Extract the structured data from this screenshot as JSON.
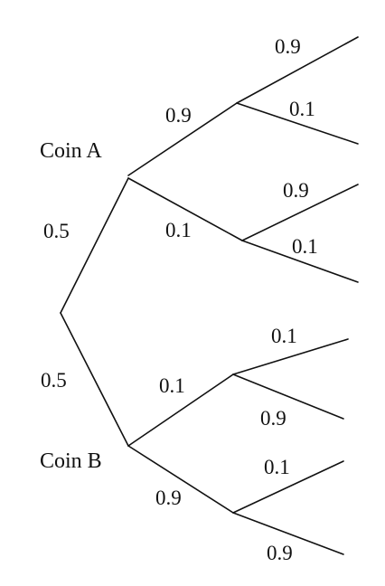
{
  "nodes": {
    "coin_a": "Coin A",
    "coin_b": "Coin B"
  },
  "first_level": {
    "to_coin_a": "0.5",
    "to_coin_b": "0.5"
  },
  "coin_a_branches": {
    "upper": "0.9",
    "lower": "0.1",
    "upper_upper": "0.9",
    "upper_lower": "0.1",
    "lower_upper": "0.9",
    "lower_lower": "0.1"
  },
  "coin_b_branches": {
    "upper": "0.1",
    "lower": "0.9",
    "upper_upper": "0.1",
    "upper_lower": "0.9",
    "lower_upper": "0.1",
    "lower_lower": "0.9"
  }
}
